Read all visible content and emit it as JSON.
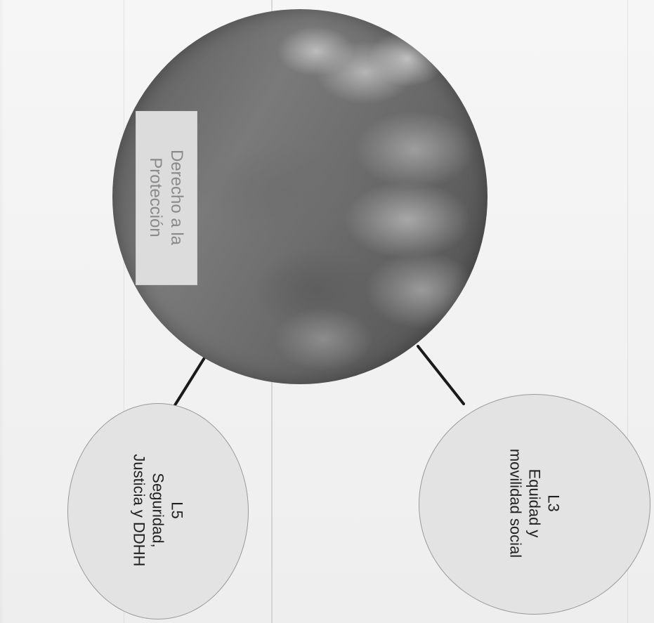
{
  "central": {
    "label_line1": "Derecho a la",
    "label_line2": "Protección"
  },
  "nodes": [
    {
      "code": "L5",
      "line1": "Seguridad,",
      "line2": "Justicia y DDHH"
    },
    {
      "code": "L3",
      "line1": "Equidad y",
      "line2": "movilidad social"
    }
  ],
  "colors": {
    "node_fill": "#e3e3e3",
    "connector": "#1a1a1a",
    "label_text": "#8a8a8a"
  }
}
